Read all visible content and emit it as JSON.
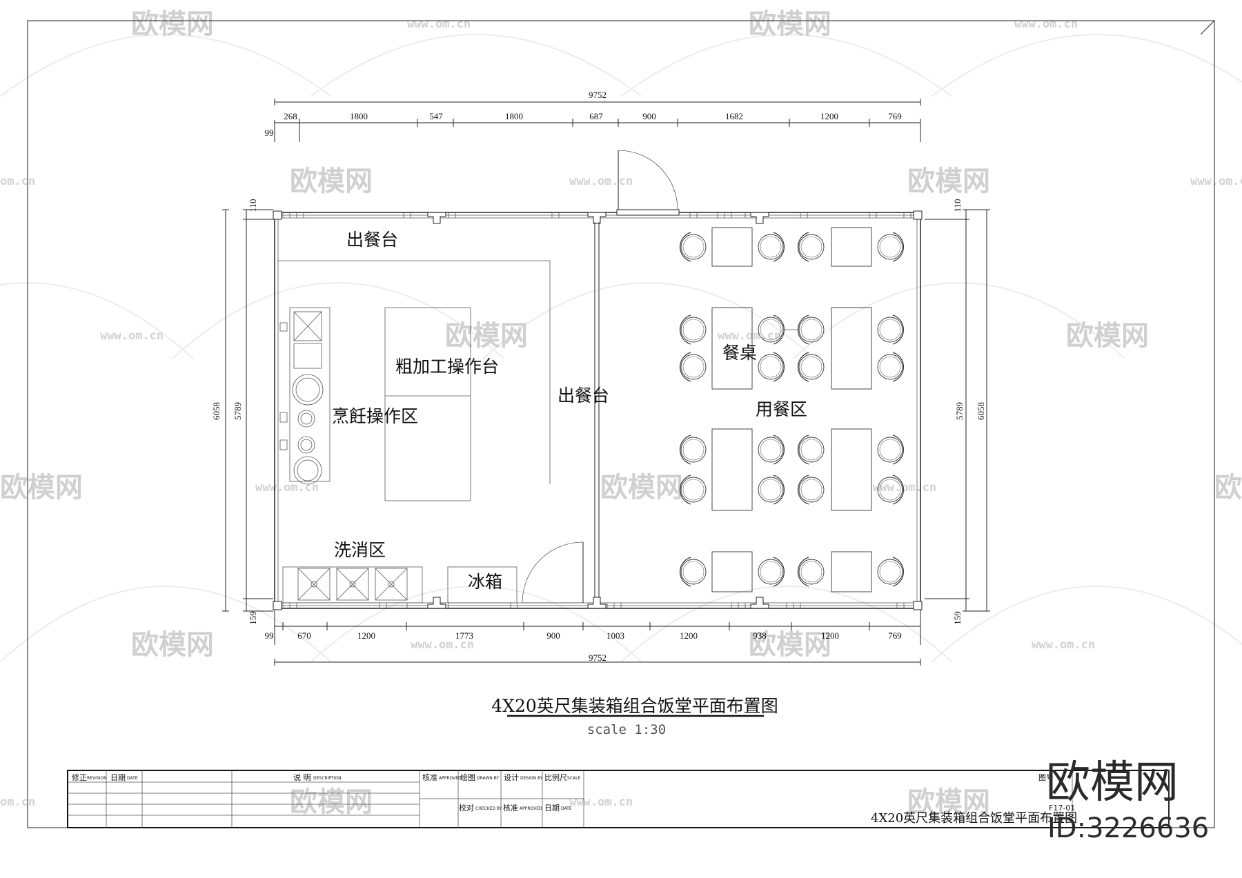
{
  "watermark": {
    "brand": "欧模网",
    "url": "www.om.cn",
    "url_short": "om.cn",
    "big_brand": "欧模网",
    "id": "ID:3226636"
  },
  "dimensions": {
    "top_total": "9752",
    "top_segments": [
      "99",
      "268",
      "1800",
      "547",
      "1800",
      "687",
      "900",
      "1682",
      "1200",
      "769"
    ],
    "bottom_total": "9752",
    "bottom_segments": [
      "99",
      "670",
      "1200",
      "1773",
      "900",
      "1003",
      "1200",
      "938",
      "1200",
      "769"
    ],
    "left_outer": "6058",
    "left_inner": "5789",
    "left_top": "110",
    "left_bottom": "159",
    "right_outer": "6058",
    "right_inner": "5789",
    "right_top": "110",
    "right_bottom": "159"
  },
  "rooms": {
    "serving_counter_top": "出餐台",
    "serving_counter_mid": "出餐台",
    "prep_table": "粗加工操作台",
    "cooking_area": "烹飪操作区",
    "wash_area": "洗消区",
    "fridge": "冰箱",
    "dining_table": "餐桌",
    "dining_area": "用餐区"
  },
  "drawing": {
    "title": "4X20英尺集装箱组合饭堂平面布置图",
    "scale": "scale 1:30"
  },
  "title_block": {
    "revision": "修正",
    "revision_en": "REVISION",
    "date": "日期",
    "date_en": "DATE",
    "description": "说  明",
    "description_en": "DESCRIPTION",
    "approved": "核准",
    "approved_en": "APPROVED",
    "drawn": "绘图",
    "drawn_en": "DRAWN BY",
    "design": "设计",
    "design_en": "DESIGN BY",
    "scale": "比例尺",
    "scale_en": "SCALE",
    "checked": "校对",
    "checked_en": "CHECKED BY",
    "approved2": "核准",
    "approved2_en": "APPROVED",
    "date2": "日期",
    "date2_en": "DATE",
    "drawing_no_label": "图号",
    "drawing_no": "F17-01",
    "project_name": "4X20英尺集装箱组合饭堂平面布置图"
  }
}
